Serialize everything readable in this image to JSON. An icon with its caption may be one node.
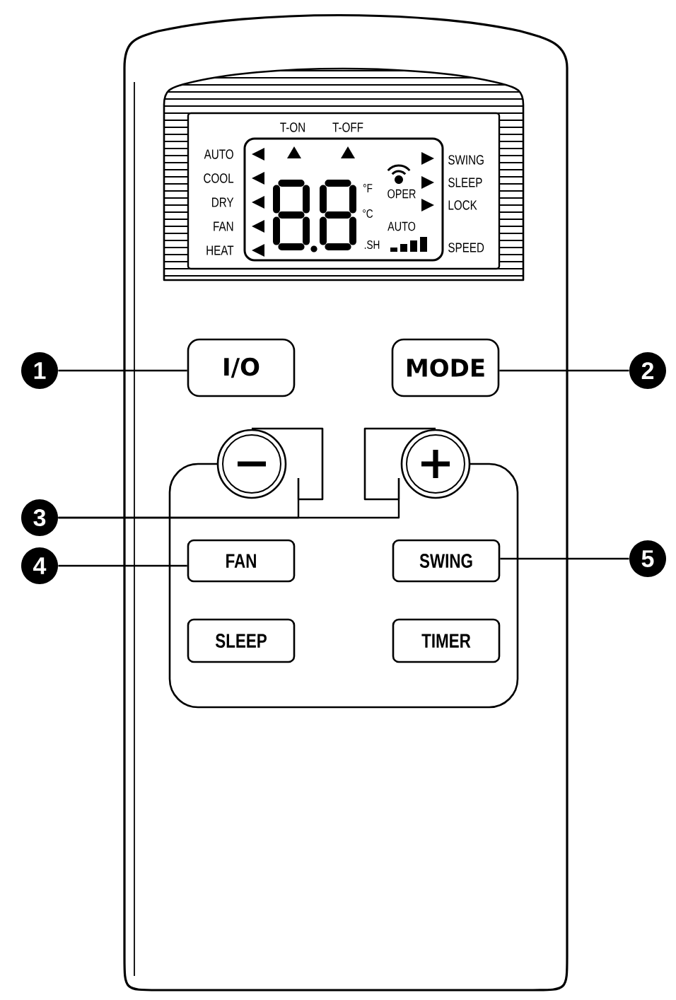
{
  "diagram": {
    "nodes": [
      {
        "text": [
          "T-ON",
          "T-OFF",
          "AUTO",
          "COOL",
          "DRY",
          "FAN",
          "HEAT",
          "°F",
          "OPER",
          "°C",
          "AUTO",
          ".SH",
          "SWING",
          "SLEEP",
          "LOCK",
          "SPEED"
        ]
      },
      {
        "text": [
          "1"
        ]
      },
      {
        "text": [
          "I/O"
        ]
      },
      {
        "text": [
          "MODE"
        ]
      },
      {
        "text": [
          "2"
        ]
      },
      {
        "text": [],
        "shape": "circle"
      },
      {
        "text": [],
        "shape": "circle"
      },
      {
        "text": [
          "3"
        ]
      },
      {
        "text": [
          "4"
        ]
      },
      {
        "text": [
          "FAN"
        ]
      },
      {
        "text": [
          "SWING"
        ]
      },
      {
        "text": [
          "5"
        ]
      },
      {
        "text": [
          "SLEEP"
        ]
      },
      {
        "text": [
          "TIMER"
        ]
      }
    ],
    "edges": [
      {
        "from": 1,
        "to": 2,
        "arrow": "none"
      },
      {
        "from": 4,
        "to": 3,
        "arrow": "none"
      },
      {
        "from": 7,
        "to": 5,
        "arrow": "none"
      },
      {
        "from": 7,
        "to": 6,
        "arrow": "none"
      },
      {
        "from": 8,
        "to": 9,
        "arrow": "none"
      },
      {
        "from": 11,
        "to": 10,
        "arrow": "none"
      }
    ]
  }
}
